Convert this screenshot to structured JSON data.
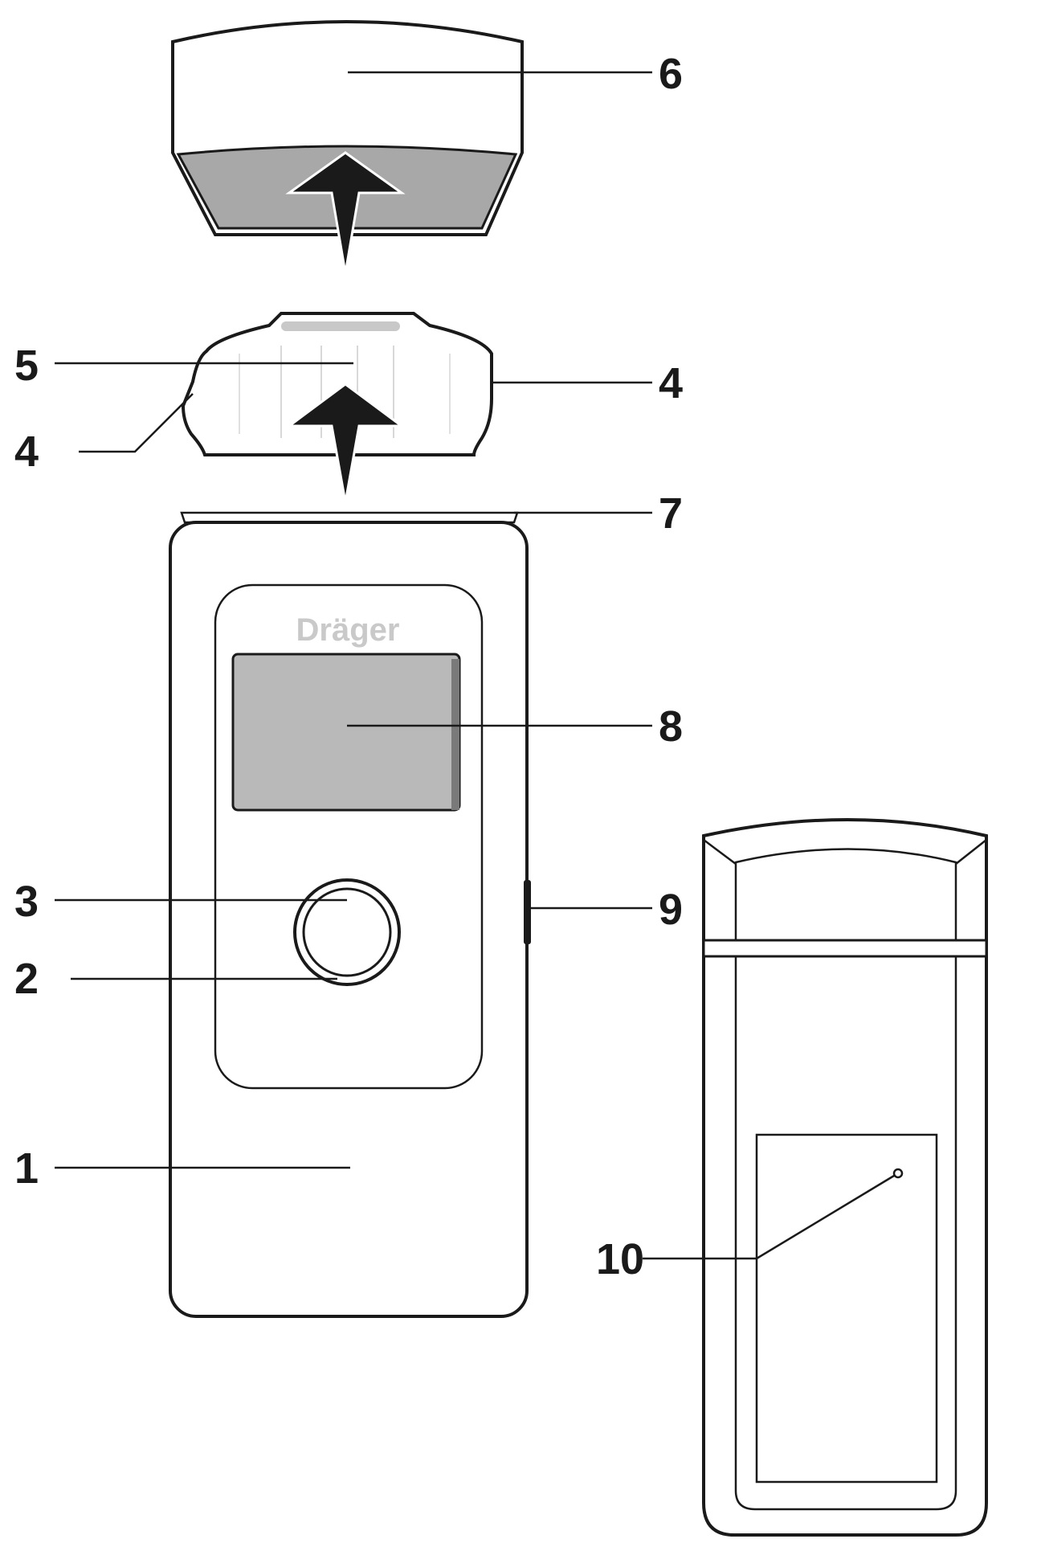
{
  "brand": "Dräger",
  "colors": {
    "line": "#1a1a1a",
    "shade": "#a8a8a8",
    "display": "#b9b9b9",
    "brand_text": "#c9c9c9",
    "background": "#ffffff"
  },
  "callouts": [
    {
      "id": "c1",
      "label": "1"
    },
    {
      "id": "c2",
      "label": "2"
    },
    {
      "id": "c3",
      "label": "3"
    },
    {
      "id": "c4a",
      "label": "4"
    },
    {
      "id": "c4b",
      "label": "4"
    },
    {
      "id": "c5",
      "label": "5"
    },
    {
      "id": "c6",
      "label": "6"
    },
    {
      "id": "c7",
      "label": "7"
    },
    {
      "id": "c8",
      "label": "8"
    },
    {
      "id": "c9",
      "label": "9"
    },
    {
      "id": "c10",
      "label": "10"
    }
  ]
}
